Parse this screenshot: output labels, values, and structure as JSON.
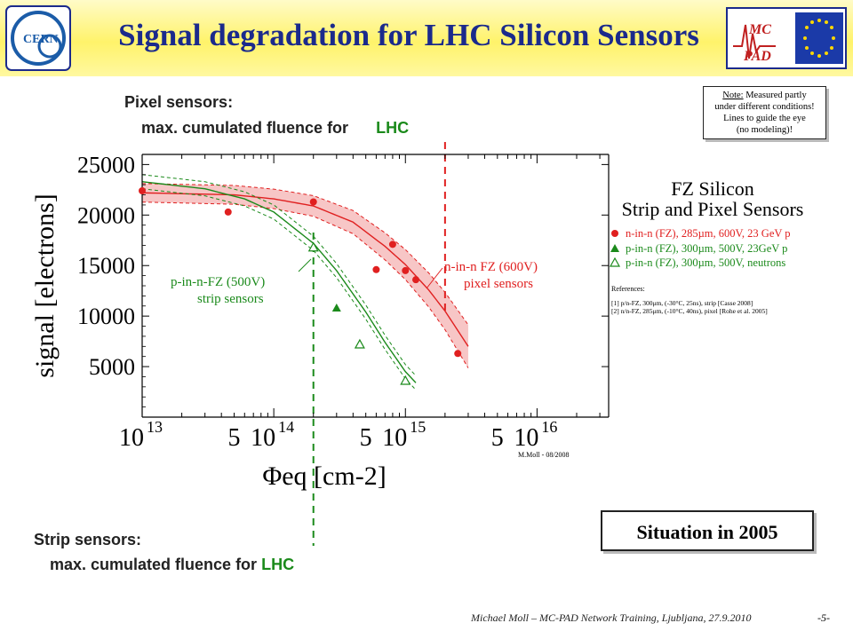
{
  "slide": {
    "title": "Signal degradation for LHC Silicon Sensors",
    "logo_left": "CERN",
    "logo_right_top": "MC",
    "logo_right_bottom": "PAD",
    "pixel_label_1": "Pixel sensors:",
    "pixel_label_2": "max. cumulated fluence for",
    "pixel_label_lhc": "LHC",
    "strip_label_1": "Strip sensors:",
    "strip_label_2": "max. cumulated fluence for",
    "strip_label_lhc": "LHC",
    "note_title": "Note:",
    "note_line1": "Measured partly",
    "note_line2": "under different conditions!",
    "note_line3": "Lines to guide the eye",
    "note_line4": "(no modeling)!",
    "situation": "Situation in 2005",
    "footer": "Michael Moll – MC-PAD Network Training, Ljubljana, 27.9.2010",
    "page_number": "-5-"
  },
  "colors": {
    "title": "#1b2a8c",
    "header_bg": "#fff36a",
    "pixel_series": "#e02020",
    "pixel_band": "#f7c6c6",
    "strip_series": "#1b8a1b",
    "lhc_marker": "#1b8a1b",
    "pixel_lhc_marker": "#e02020"
  },
  "chart_data": {
    "type": "scatter",
    "title": "",
    "xlabel": "Φeq [cm-2]",
    "ylabel": "signal [electrons]",
    "xscale": "log",
    "xlim": [
      10000000000000.0,
      3.5e+16
    ],
    "ylim": [
      0,
      26000
    ],
    "yticks": [
      5000,
      10000,
      15000,
      20000,
      25000
    ],
    "xtick_labels": [
      {
        "value": 10000000000000.0,
        "label": "10",
        "exp": "13"
      },
      {
        "value": 50000000000000.0,
        "label": "5",
        "exp": ""
      },
      {
        "value": 100000000000000.0,
        "label": "10",
        "exp": "14"
      },
      {
        "value": 500000000000000.0,
        "label": "5",
        "exp": ""
      },
      {
        "value": 1000000000000000.0,
        "label": "10",
        "exp": "15"
      },
      {
        "value": 5000000000000000.0,
        "label": "5",
        "exp": ""
      },
      {
        "value": 1e+16,
        "label": "10",
        "exp": "16"
      }
    ],
    "legend_title_1": "FZ Silicon",
    "legend_title_2": "Strip and Pixel Sensors",
    "credit": "M.Moll - 08/2008",
    "references_title": "References:",
    "references": [
      "[1] p/n-FZ, 300μm, (-30°C, 25ns), strip [Casse 2008]",
      "[2] n/n-FZ, 285μm, (-10°C, 40ns), pixel [Rohe et al. 2005]"
    ],
    "series": [
      {
        "name": "n-in-n (FZ), 285µm, 600V, 23 GeV p",
        "marker": "filled-circle",
        "points": [
          [
            10000000000000.0,
            22400
          ],
          [
            45000000000000.0,
            20300
          ],
          [
            200000000000000.0,
            21300
          ],
          [
            600000000000000.0,
            14600
          ],
          [
            800000000000000.0,
            17100
          ],
          [
            1000000000000000.0,
            14500
          ],
          [
            1200000000000000.0,
            13600
          ],
          [
            2500000000000000.0,
            6300
          ]
        ]
      },
      {
        "name": "p-in-n (FZ), 300µm, 500V, 23GeV p",
        "marker": "filled-triangle",
        "points": [
          [
            300000000000000.0,
            10800
          ]
        ]
      },
      {
        "name": "p-in-n (FZ), 300µm, 500V, neutrons",
        "marker": "open-triangle",
        "points": [
          [
            200000000000000.0,
            16800
          ],
          [
            450000000000000.0,
            7200
          ],
          [
            1000000000000000.0,
            3600
          ]
        ]
      }
    ],
    "curves": [
      {
        "name": "n-in-n FZ (600V) pixel sensors",
        "label_1": "n-in-n FZ (600V)",
        "label_2": "pixel sensors",
        "points": [
          [
            10000000000000.0,
            22200
          ],
          [
            50000000000000.0,
            22000
          ],
          [
            100000000000000.0,
            21600
          ],
          [
            200000000000000.0,
            20900
          ],
          [
            400000000000000.0,
            19300
          ],
          [
            700000000000000.0,
            16900
          ],
          [
            1000000000000000.0,
            15100
          ],
          [
            1500000000000000.0,
            12600
          ],
          [
            2000000000000000.0,
            10500
          ],
          [
            3000000000000000.0,
            7000
          ]
        ]
      },
      {
        "name": "p-in-n-FZ (500V) strip sensors",
        "label_1": "p-in-n-FZ (500V)",
        "label_2": "strip sensors",
        "points": [
          [
            10000000000000.0,
            23300
          ],
          [
            30000000000000.0,
            22600
          ],
          [
            60000000000000.0,
            21600
          ],
          [
            100000000000000.0,
            20300
          ],
          [
            200000000000000.0,
            17200
          ],
          [
            300000000000000.0,
            14500
          ],
          [
            500000000000000.0,
            10400
          ],
          [
            700000000000000.0,
            7400
          ],
          [
            1000000000000000.0,
            4500
          ],
          [
            1200000000000000.0,
            3400
          ]
        ]
      }
    ],
    "markers": [
      {
        "name": "LHC pixel",
        "x": 2000000000000000.0
      },
      {
        "name": "LHC strip",
        "x": 200000000000000.0
      }
    ]
  }
}
